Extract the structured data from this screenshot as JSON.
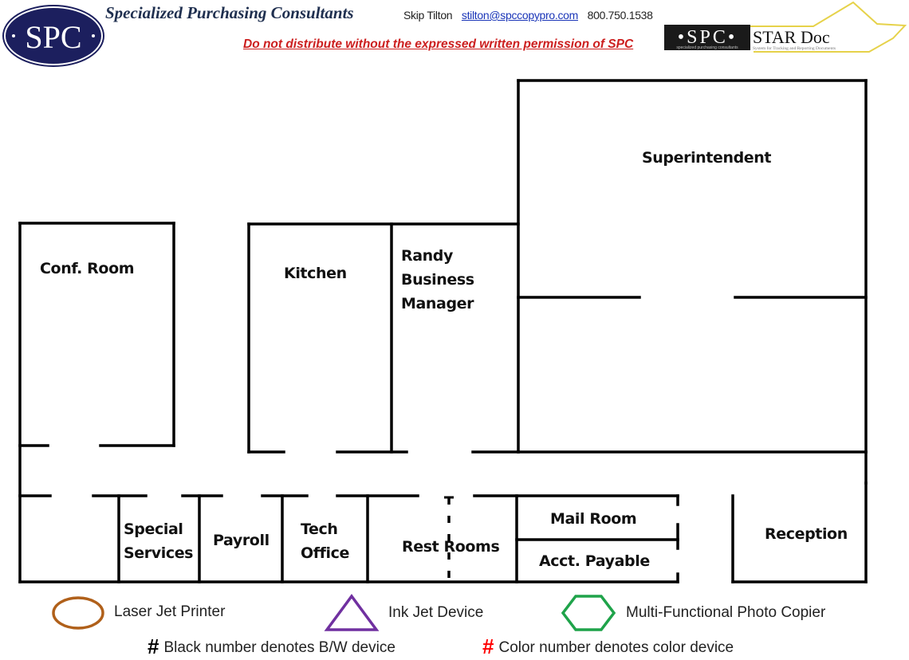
{
  "header": {
    "logo_text": "SPC",
    "company_name": "Specialized Purchasing Consultants",
    "contact_name": "Skip Tilton",
    "contact_email": "stilton@spccopypro.com",
    "contact_phone": "800.750.1538",
    "warning": "Do not distribute without the expressed written permission of SPC",
    "stardoc": {
      "spc_text": "•SPC•",
      "spc_subtext": "specialized purchasing consultants",
      "title": "STAR Doc",
      "subtitle": "System for Tracking and Reporting Documents"
    }
  },
  "rooms": {
    "superintendent": "Superintendent",
    "conf_room": "Conf. Room",
    "kitchen": "Kitchen",
    "business_manager": [
      "Randy",
      "Business",
      "Manager"
    ],
    "special_services": [
      "Special",
      "Services"
    ],
    "payroll": "Payroll",
    "tech_office": [
      "Tech",
      "Office"
    ],
    "rest_rooms": "Rest Rooms",
    "mail_room": "Mail Room",
    "acct_payable": "Acct. Payable",
    "reception": "Reception"
  },
  "legend": {
    "laser_jet": {
      "label": "Laser Jet Printer",
      "icon": "circle-icon",
      "color": "#b0601a"
    },
    "ink_jet": {
      "label": "Ink Jet Device",
      "icon": "triangle-icon",
      "color": "#7030a0"
    },
    "copier": {
      "label": "Multi-Functional Photo Copier",
      "icon": "hexagon-icon",
      "color": "#1fa34a"
    },
    "bw_note": {
      "symbol": "#",
      "label": "Black number denotes B/W device",
      "color": "#000000"
    },
    "color_note": {
      "symbol": "#",
      "label": "Color number denotes color device",
      "color": "#ff0000"
    }
  }
}
